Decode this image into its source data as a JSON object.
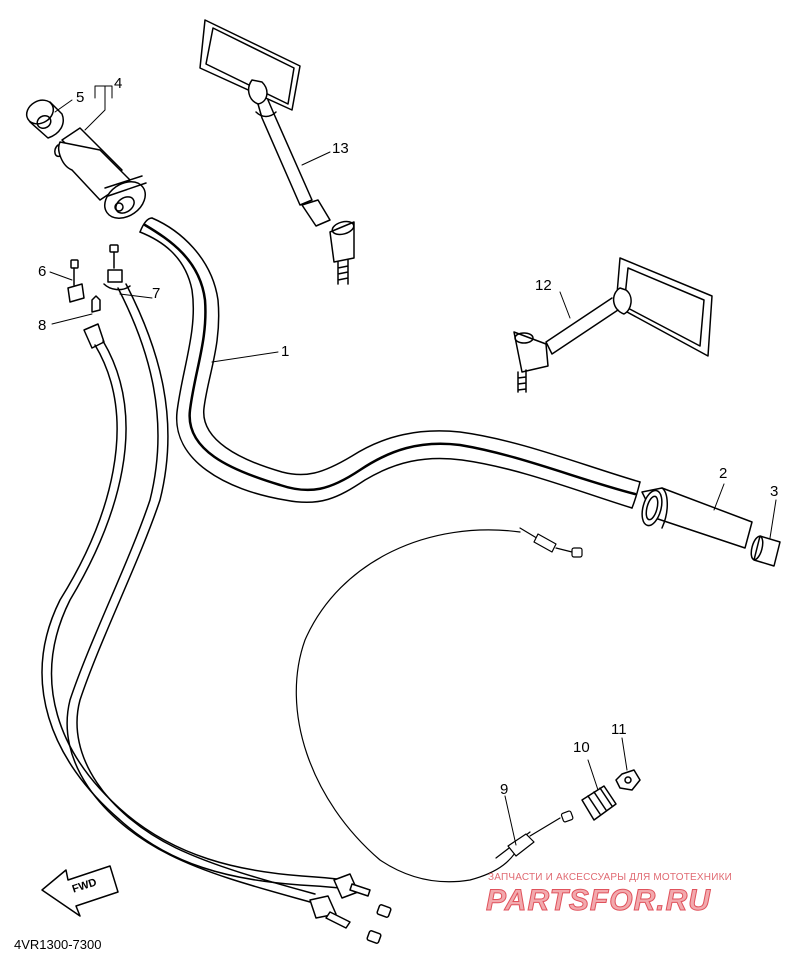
{
  "diagram": {
    "callouts": [
      {
        "id": "1",
        "label": "1"
      },
      {
        "id": "2",
        "label": "2"
      },
      {
        "id": "3",
        "label": "3"
      },
      {
        "id": "4",
        "label": "4"
      },
      {
        "id": "5",
        "label": "5"
      },
      {
        "id": "6",
        "label": "6"
      },
      {
        "id": "7",
        "label": "7"
      },
      {
        "id": "8",
        "label": "8"
      },
      {
        "id": "9",
        "label": "9"
      },
      {
        "id": "10",
        "label": "10"
      },
      {
        "id": "11",
        "label": "11"
      },
      {
        "id": "12",
        "label": "12"
      },
      {
        "id": "13",
        "label": "13"
      }
    ],
    "direction_label": "FWD",
    "diagram_code": "4VR1300-7300"
  },
  "watermark": {
    "tagline": "ЗАПЧАСТИ И АКСЕССУАРЫ ДЛЯ МОТОТЕХНИКИ",
    "brand": "PARTSFOR.RU"
  }
}
